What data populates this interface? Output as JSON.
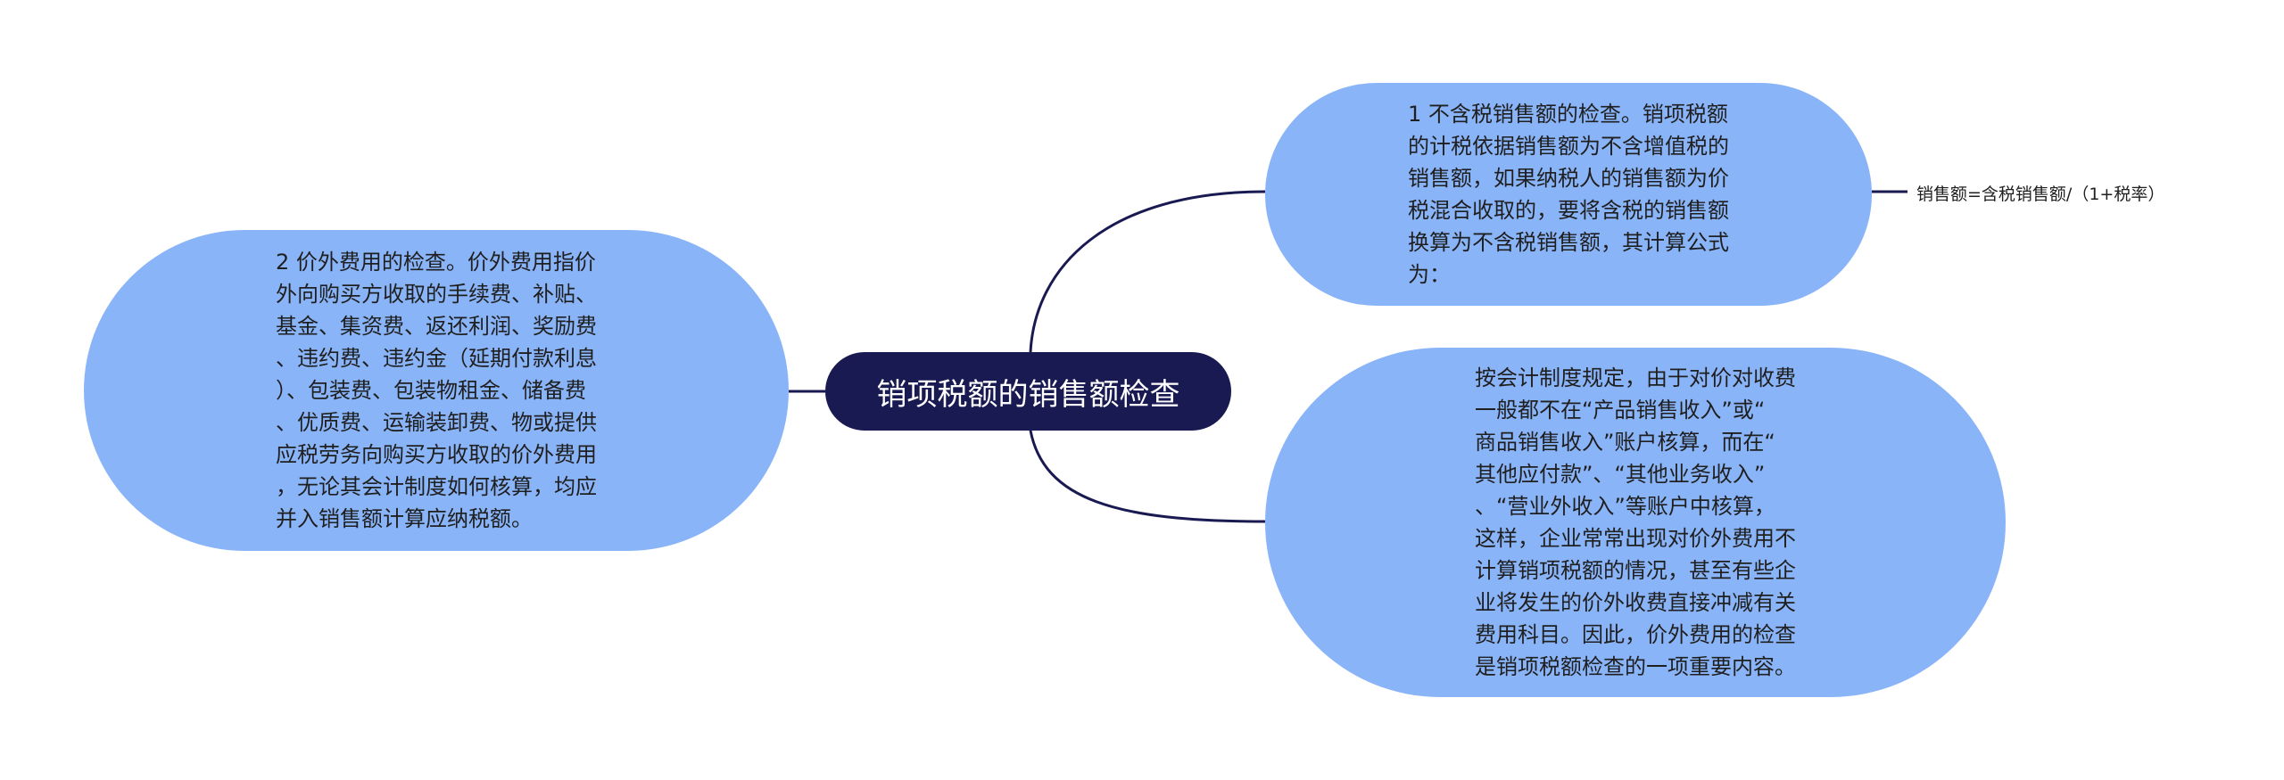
{
  "center": {
    "title": "销项税额的销售额检查"
  },
  "left_topic": {
    "text": "2  价外费用的检查。价外费用指价\n外向购买方收取的手续费、补贴、\n基金、集资费、返还利润、奖励费\n、违约费、违约金（延期付款利息\n）、包装费、包装物租金、储备费\n、优质费、运输装卸费、物或提供\n应税劳务向购买方收取的价外费用\n，无论其会计制度如何核算，均应\n并入销售额计算应纳税额。"
  },
  "right_top_topic": {
    "text": "1 不含税销售额的检查。销项税额\n的计税依据销售额为不含增值税的\n销售额，如果纳税人的销售额为价\n税混合收取的，要将含税的销售额\n换算为不含税销售额，其计算公式\n为："
  },
  "right_top_leaf": {
    "text": "销售额=含税销售额/（1+税率）"
  },
  "right_bottom_topic": {
    "text": "按会计制度规定，由于对价对收费\n一般都不在“产品销售收入”或“\n商品销售收入”账户核算，而在“\n其他应付款”、“其他业务收入”\n、“营业外收入”等账户中核算，\n这样，企业常常出现对价外费用不\n计算销项税额的情况，甚至有些企\n业将发生的价外收费直接冲减有关\n费用科目。因此，价外费用的检查\n是销项税额检查的一项重要内容。"
  },
  "colors": {
    "center_fill": "#1a1a52",
    "topic_fill": "#8ab4f8",
    "connector": "#1a1a52",
    "center_text": "#ffffff",
    "topic_text": "#1f1f1f"
  }
}
